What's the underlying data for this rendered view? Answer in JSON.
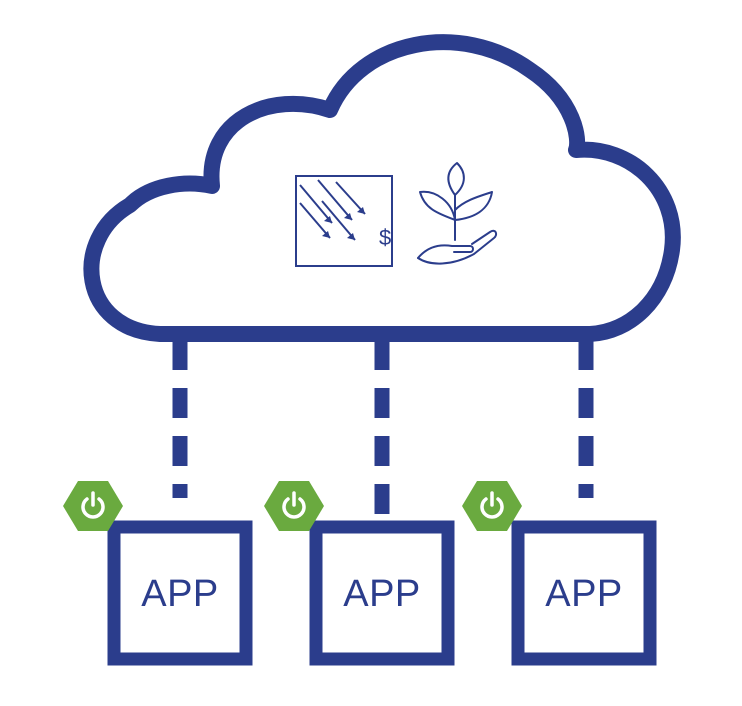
{
  "colors": {
    "primary": "#2b3d8c",
    "spring_green": "#6aaa3f",
    "background": "#ffffff"
  },
  "cloud": {
    "icons": [
      "solar-panel-icon",
      "dollar-icon",
      "plant-in-hand-icon"
    ],
    "currency_symbol": "$"
  },
  "apps": [
    {
      "label": "APP",
      "badge_icon": "spring-boot-power-icon"
    },
    {
      "label": "APP",
      "badge_icon": "spring-boot-power-icon"
    },
    {
      "label": "APP",
      "badge_icon": "spring-boot-power-icon"
    }
  ]
}
